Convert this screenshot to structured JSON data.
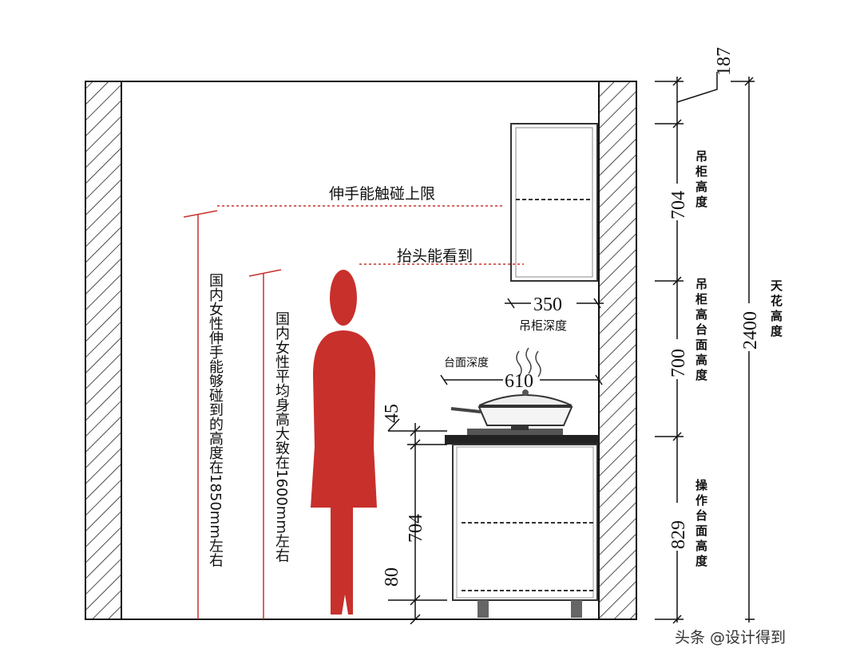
{
  "labels": {
    "reach_limit": "伸手能触碰上限",
    "look_up": "抬头能看到",
    "reach_height_note": "国内女性伸手能够碰到的高度在1850mm左右",
    "avg_height_note": "国内女性平均身高大致在1600mm左右",
    "wall_cabinet_depth_value": "350",
    "wall_cabinet_depth_label": "吊柜深度",
    "counter_depth_label": "台面深度",
    "counter_depth_value": "610",
    "wall_cabinet_height_label": "吊柜高度",
    "cabinet_to_counter_label": "吊柜高台面高度",
    "counter_height_label": "操作台面高度",
    "ceiling_height_label": "天花高度"
  },
  "dimensions": {
    "top_gap": "187",
    "wall_cabinet_height": "704",
    "cabinet_to_counter": "700",
    "counter_height": "829",
    "ceiling_height": "2400",
    "countertop_thickness": "45",
    "base_cabinet_height": "704",
    "plinth_height": "80"
  },
  "watermark": "头条 @设计得到",
  "colors": {
    "accent_red": "#c8302c",
    "line": "#111111"
  }
}
